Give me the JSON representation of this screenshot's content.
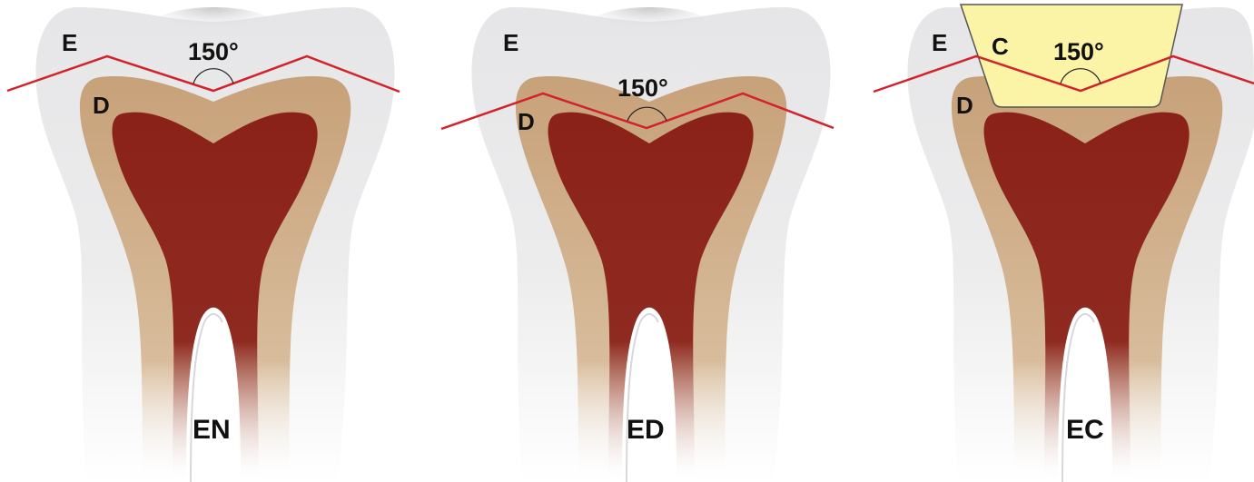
{
  "colors": {
    "enamel": "#e9e9ea",
    "enamel_edge": "#bdbdbf",
    "dentin": "#c9a47e",
    "pulp": "#8d241c",
    "composite": "#fbf4a6",
    "cut_line": "#d2232a"
  },
  "teeth": [
    {
      "id": "en",
      "caption": "EN",
      "angle": "150°",
      "enamel": "E",
      "dentin": "D",
      "composite": ""
    },
    {
      "id": "ed",
      "caption": "ED",
      "angle": "150°",
      "enamel": "E",
      "dentin": "D",
      "composite": ""
    },
    {
      "id": "ec",
      "caption": "EC",
      "angle": "150°",
      "enamel": "E",
      "dentin": "D",
      "composite": "C"
    }
  ]
}
